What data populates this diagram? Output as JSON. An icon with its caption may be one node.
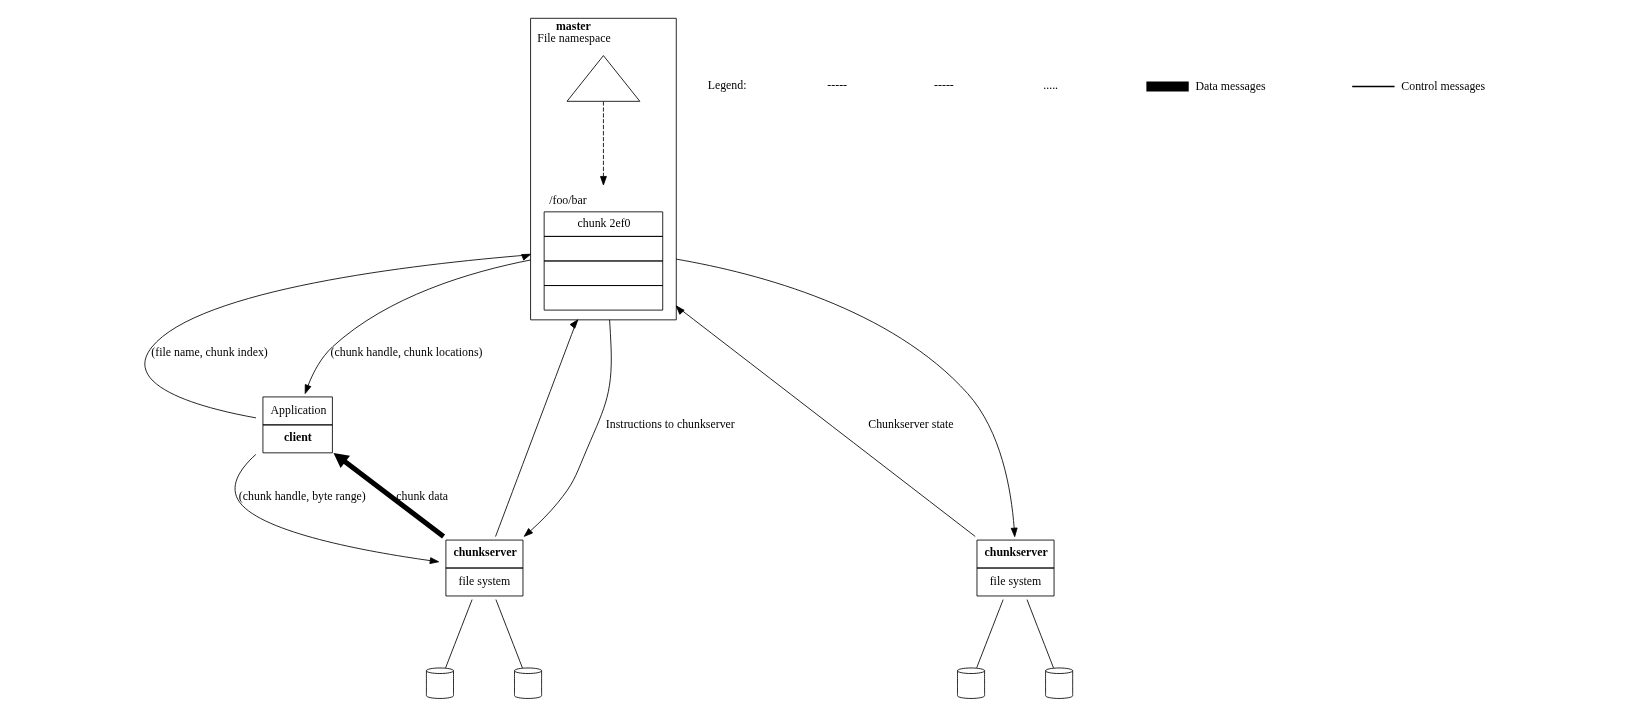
{
  "diagram": {
    "nodes": [
      {
        "text": [
          "Application",
          "client"
        ]
      },
      {
        "text": [
          "master",
          "File namespace"
        ]
      },
      {
        "text": [],
        "shape": "tree",
        "in": 1
      },
      {
        "text": [
          "/foo/bar",
          "chunk 2ef0"
        ],
        "in": 1
      },
      {
        "text": [
          "chunkserver",
          "file system"
        ]
      },
      {
        "text": [
          "chunkserver",
          "file system"
        ]
      },
      {
        "text": [],
        "shape": "cylinder"
      },
      {
        "text": [],
        "shape": "cylinder"
      },
      {
        "text": [],
        "shape": "cylinder"
      },
      {
        "text": [],
        "shape": "cylinder"
      }
    ],
    "edges": [
      {
        "from": 0,
        "to": 1,
        "arrow": "to",
        "label": "(file name, chunk index)"
      },
      {
        "from": 1,
        "to": 0,
        "arrow": "to",
        "label": "(chunk handle, chunk locations)"
      },
      {
        "from": 2,
        "to": 3,
        "arrow": "to",
        "style": "dashed"
      },
      {
        "from": 0,
        "to": 4,
        "arrow": "to",
        "label": "(chunk handle, byte range)"
      },
      {
        "from": 4,
        "to": 0,
        "arrow": "to",
        "style": "thick",
        "label": "chunk data"
      },
      {
        "from": 4,
        "to": 1,
        "arrow": "to"
      },
      {
        "from": 1,
        "to": 4,
        "arrow": "to",
        "label": "Instructions to chunkserver"
      },
      {
        "from": 5,
        "to": 1,
        "arrow": "to",
        "label": "Chunkserver state"
      },
      {
        "from": 1,
        "to": 5,
        "arrow": "to"
      },
      {
        "from": 4,
        "to": 6,
        "arrow": "none"
      },
      {
        "from": 4,
        "to": 7,
        "arrow": "none"
      },
      {
        "from": 5,
        "to": 8,
        "arrow": "none"
      },
      {
        "from": 5,
        "to": 9,
        "arrow": "none"
      }
    ],
    "labels": [
      "Legend:",
      "-----",
      "-----",
      "....."
    ],
    "legend": [
      {
        "text": "Data messages"
      },
      {
        "text": "Control messages"
      }
    ]
  }
}
